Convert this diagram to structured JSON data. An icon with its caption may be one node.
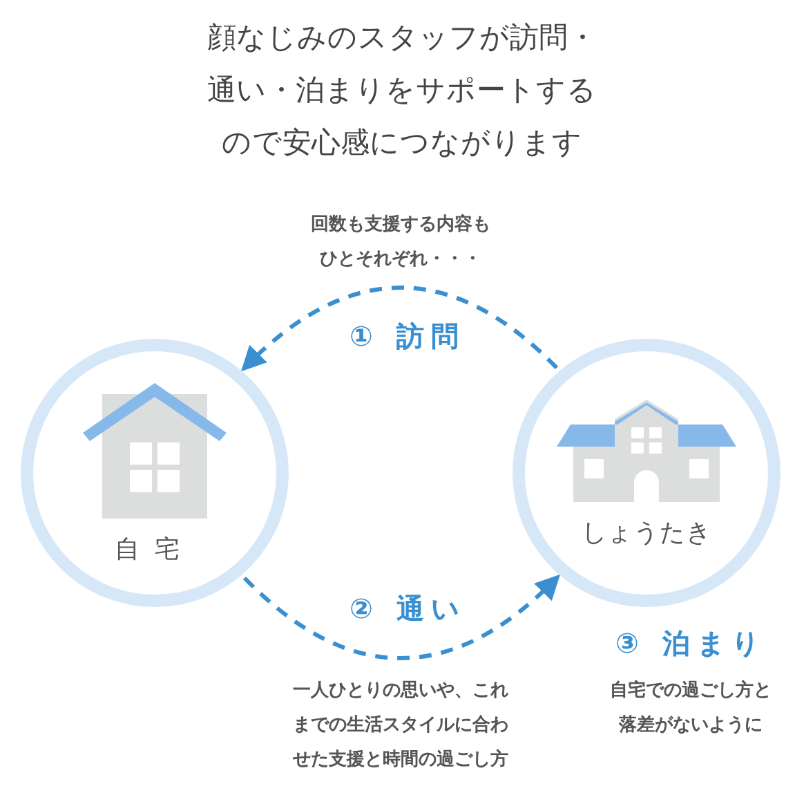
{
  "diagram": {
    "title": "顔なじみのスタッフが訪問・通い・泊まりをサポートするので安心感につながります",
    "nodes": [
      {
        "text": [
          "自宅"
        ]
      },
      {
        "text": [
          "しょうたき"
        ],
        "beside": [
          "③ 泊まり",
          "自宅での過ごし方と落差がないように"
        ]
      }
    ],
    "edges": [
      {
        "from": 1,
        "to": 0,
        "arrow": "to",
        "label": "① 訪問",
        "style": "dashed"
      },
      {
        "from": 0,
        "to": 1,
        "arrow": "to",
        "label": "② 通い",
        "style": "dashed"
      }
    ],
    "labels": [
      "回数も支援する内容もひとそれぞれ・・・",
      "一人ひとりの思いや、これまでの生活スタイルに合わせた支援と時間の過ごし方"
    ]
  }
}
